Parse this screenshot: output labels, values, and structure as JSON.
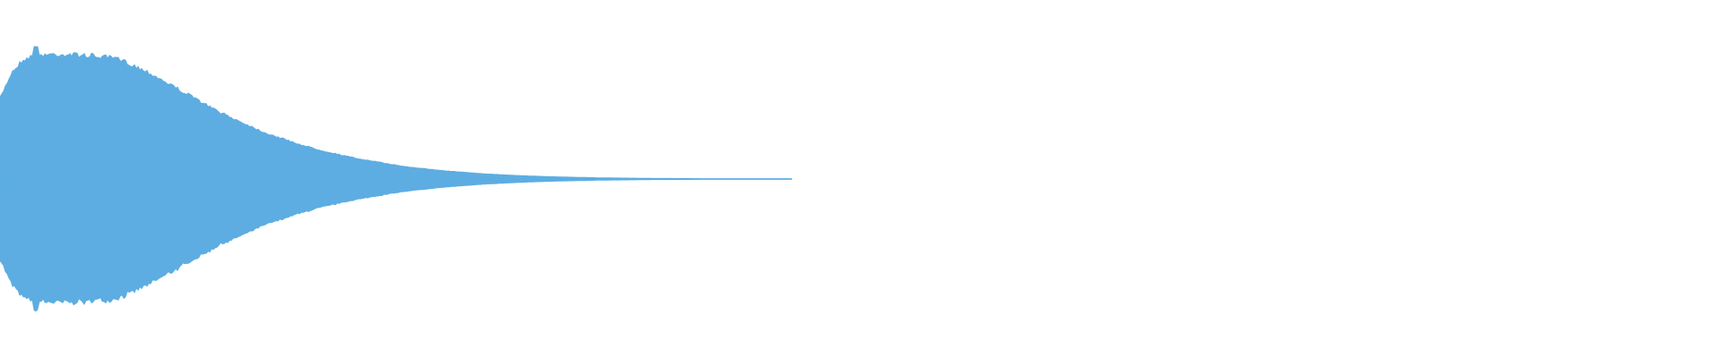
{
  "waveform": {
    "color": "#5DADE2",
    "background": "#FFFFFF",
    "envelope": [
      0.62,
      0.82,
      0.92,
      0.95,
      0.96,
      0.96,
      0.96,
      0.955,
      0.95,
      0.94,
      0.93,
      0.9,
      0.86,
      0.82,
      0.77,
      0.72,
      0.67,
      0.62,
      0.57,
      0.52,
      0.48,
      0.44,
      0.4,
      0.36,
      0.33,
      0.3,
      0.27,
      0.245,
      0.22,
      0.2,
      0.18,
      0.16,
      0.145,
      0.13,
      0.115,
      0.1,
      0.09,
      0.08,
      0.07,
      0.062,
      0.055,
      0.048,
      0.042,
      0.037,
      0.032,
      0.028,
      0.024,
      0.021,
      0.018,
      0.016,
      0.014,
      0.012,
      0.01,
      0.009,
      0.008,
      0.007,
      0.006,
      0.005,
      0.005,
      0.004,
      0.004,
      0.003,
      0.003,
      0.003,
      0.002,
      0.002,
      0.002,
      0.002,
      0.002,
      0.002
    ],
    "peak_spike": 1.0,
    "end_fraction": 0.46
  }
}
